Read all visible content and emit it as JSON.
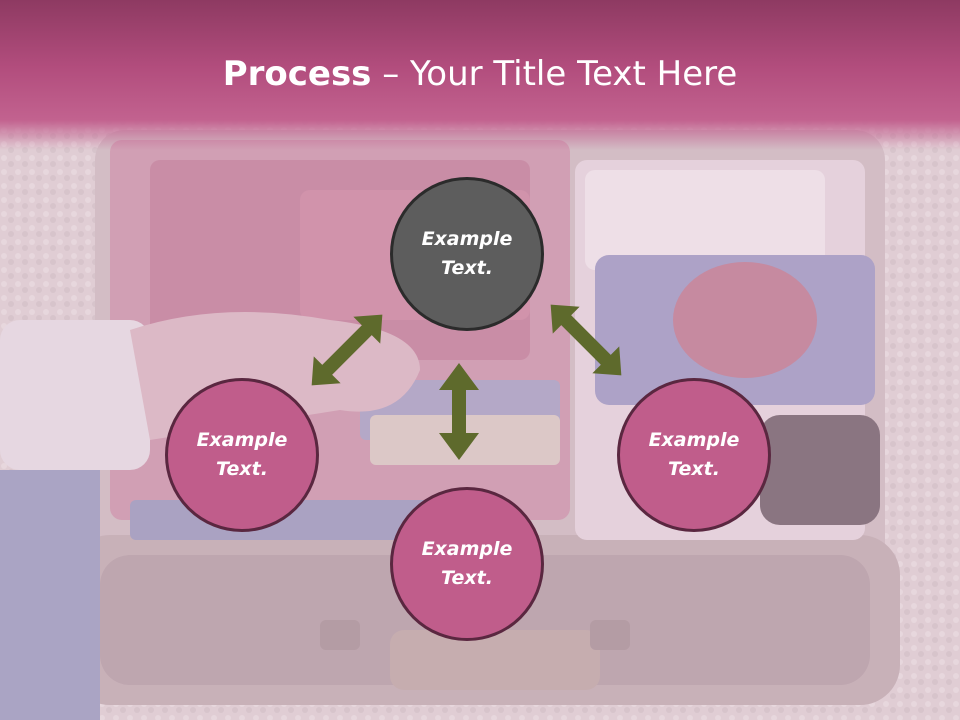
{
  "title": {
    "bold": "Process",
    "rest": " – Your Title Text Here"
  },
  "nodes": {
    "center": "Example\nText.",
    "left": "Example\nText.",
    "bottom": "Example\nText.",
    "right": "Example\nText."
  },
  "colors": {
    "header": "#b24d7d",
    "center_node": "#5d5d5d",
    "pink_node": "#c05d8b",
    "arrow": "#5e6a2c"
  },
  "background_image": "open suitcase with folded clothes, pink tinted"
}
